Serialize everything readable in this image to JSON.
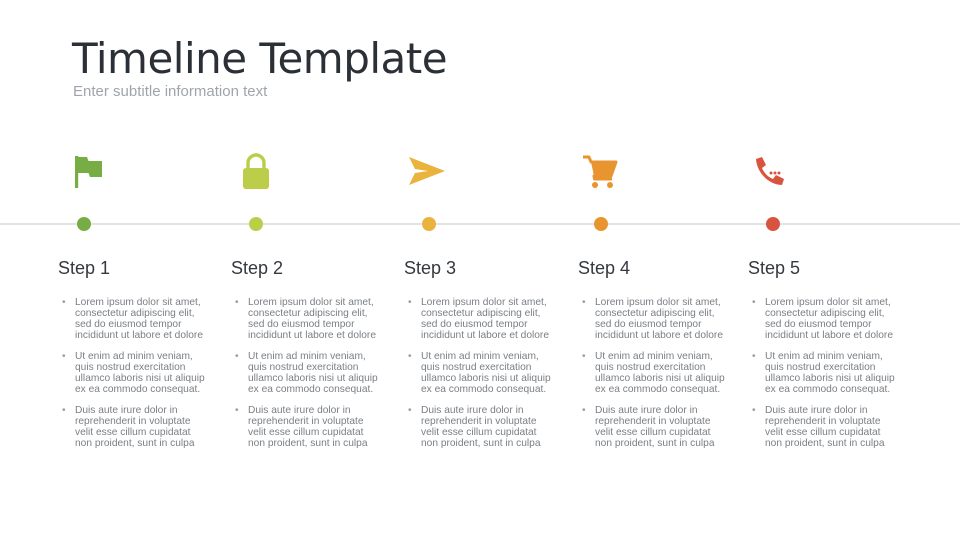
{
  "header": {
    "title": "Timeline Template",
    "subtitle": "Enter subtitle information text"
  },
  "steps": [
    {
      "title": "Step 1",
      "icon": "flag-icon",
      "color": "#78ad45",
      "bullets": [
        "Lorem ipsum dolor sit amet, consectetur adipiscing elit, sed do eiusmod tempor incididunt ut labore et dolore",
        "Ut enim ad minim veniam, quis nostrud exercitation ullamco laboris nisi ut aliquip ex ea commodo consequat.",
        "Duis aute irure dolor in reprehenderit in voluptate velit esse cillum cupidatat non proident, sunt in culpa"
      ]
    },
    {
      "title": "Step 2",
      "icon": "lock-icon",
      "color": "#bccd4a",
      "bullets": [
        "Lorem ipsum dolor sit amet, consectetur adipiscing elit, sed do eiusmod tempor incididunt ut labore et dolore",
        "Ut enim ad minim veniam, quis nostrud exercitation ullamco laboris nisi ut aliquip ex ea commodo consequat.",
        "Duis aute irure dolor in reprehenderit in voluptate velit esse cillum cupidatat non proident, sunt in culpa"
      ]
    },
    {
      "title": "Step 3",
      "icon": "paper-plane-icon",
      "color": "#eab33d",
      "bullets": [
        "Lorem ipsum dolor sit amet, consectetur adipiscing elit, sed do eiusmod tempor incididunt ut labore et dolore",
        "Ut enim ad minim veniam, quis nostrud exercitation ullamco laboris nisi ut aliquip ex ea commodo consequat.",
        "Duis aute irure dolor in reprehenderit in voluptate velit esse cillum cupidatat non proident, sunt in culpa"
      ]
    },
    {
      "title": "Step 4",
      "icon": "shopping-cart-icon",
      "color": "#e8952f",
      "bullets": [
        "Lorem ipsum dolor sit amet, consectetur adipiscing elit, sed do eiusmod tempor incididunt ut labore et dolore",
        "Ut enim ad minim veniam, quis nostrud exercitation ullamco laboris nisi ut aliquip ex ea commodo consequat.",
        "Duis aute irure dolor in reprehenderit in voluptate velit esse cillum cupidatat non proident, sunt in culpa"
      ]
    },
    {
      "title": "Step 5",
      "icon": "phone-icon",
      "color": "#d9543f",
      "bullets": [
        "Lorem ipsum dolor sit amet, consectetur adipiscing elit, sed do eiusmod tempor incididunt ut labore et dolore",
        "Ut enim ad minim veniam, quis nostrud exercitation ullamco laboris nisi ut aliquip ex ea commodo consequat.",
        "Duis aute irure dolor in reprehenderit in voluptate velit esse cillum cupidatat non proident, sunt in culpa"
      ]
    }
  ]
}
